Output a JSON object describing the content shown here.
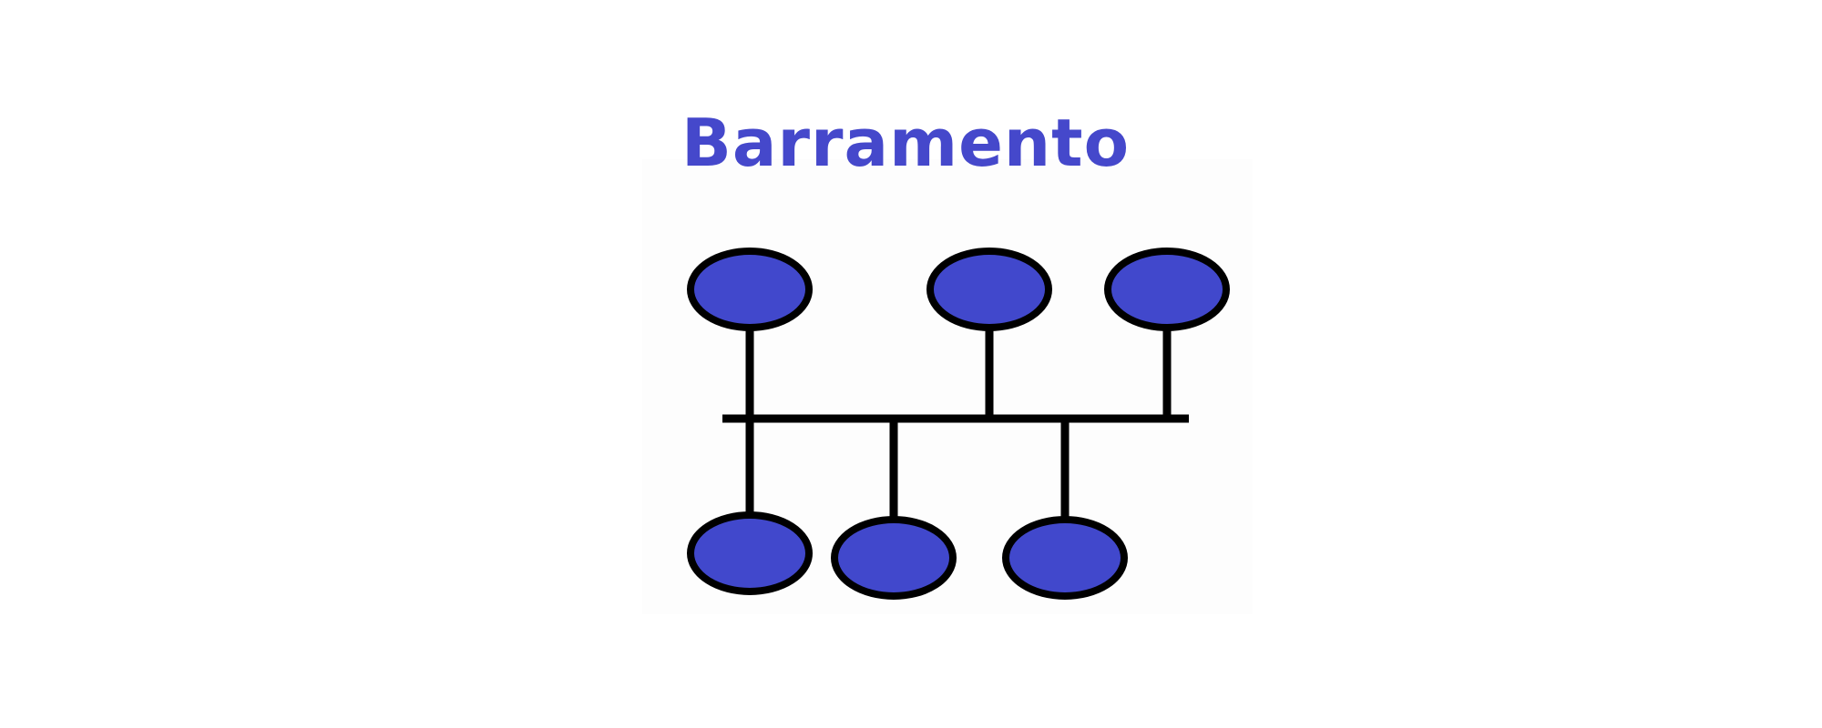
{
  "title": "Barramento",
  "colors": {
    "title": "#4548cb",
    "node_fill": "#4148cc",
    "node_stroke": "#000000",
    "bus_line": "#000000",
    "background": "#ffffff"
  },
  "diagram": {
    "topology": "bus",
    "node_count": 6,
    "nodes": [
      {
        "side": "top"
      },
      {
        "side": "top"
      },
      {
        "side": "top"
      },
      {
        "side": "bottom"
      },
      {
        "side": "bottom"
      },
      {
        "side": "bottom"
      }
    ]
  }
}
